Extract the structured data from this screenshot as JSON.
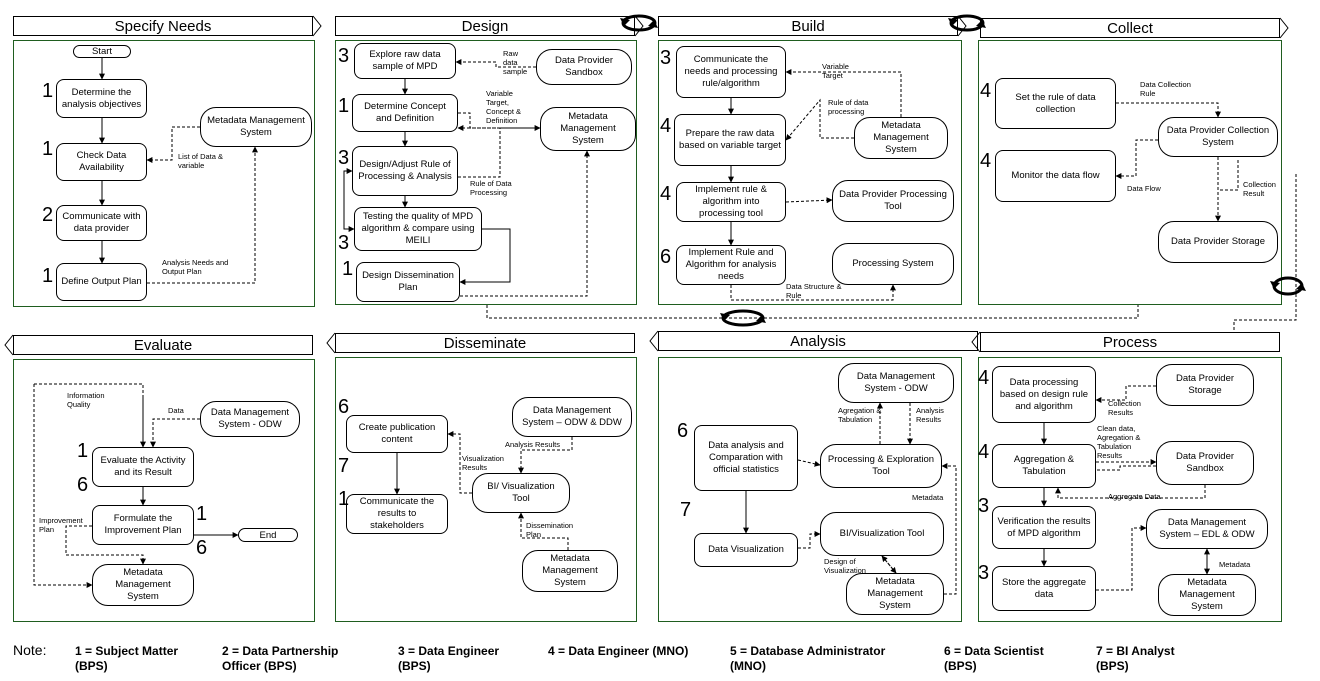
{
  "phases": {
    "specify": "Specify Needs",
    "design": "Design",
    "build": "Build",
    "collect": "Collect",
    "evaluate": "Evaluate",
    "disseminate": "Disseminate",
    "analysis": "Analysis",
    "process": "Process"
  },
  "specify": {
    "start": "Start",
    "determine": "Determine the analysis objectives",
    "check": "Check Data Availability",
    "communicate": "Communicate with data provider",
    "define": "Define Output Plan",
    "metadata": "Metadata Management System",
    "lbl_list": "List of Data &\nvariable",
    "lbl_analysis": "Analysis Needs and\nOutput Plan",
    "n1": "1",
    "n2": "1",
    "n3": "2",
    "n4": "1"
  },
  "design": {
    "explore": "Explore raw data sample of MPD",
    "concept": "Determine Concept and Definition",
    "rule": "Design/Adjust Rule of Processing & Analysis",
    "testing": "Testing the quality of MPD algorithm & compare using MEILI",
    "dissem": "Design Dissemination Plan",
    "sandbox": "Data Provider Sandbox",
    "metadata": "Metadata Management System",
    "lbl_raw": "Raw\ndata\nsample",
    "lbl_var": "Variable\nTarget,\nConcept &\nDefinition",
    "lbl_rule": "Rule of Data\nProcessing",
    "n1": "3",
    "n2": "1",
    "n3": "3",
    "n4": "3",
    "n5": "1"
  },
  "build": {
    "comm": "Communicate the needs and processing rule/algorithm",
    "prepare": "Prepare the raw data based on variable target",
    "implement": "Implement rule & algorithm into processing tool",
    "implement2": "Implement Rule and Algorithm for analysis needs",
    "metadata": "Metadata Management System",
    "proctool": "Data Provider Processing Tool",
    "procsys": "Processing System",
    "lbl_var": "Variable\nTarget",
    "lbl_rule": "Rule  of data\nprocessing",
    "lbl_struct": "Data Structure &\nRule",
    "n1": "3",
    "n2": "4",
    "n3": "4",
    "n4": "6"
  },
  "collect": {
    "setrule": "Set the rule of data collection",
    "monitor": "Monitor the data flow",
    "colsys": "Data Provider Collection System",
    "storage": "Data Provider Storage",
    "lbl_rule": "Data Collection\nRule",
    "lbl_flow": "Data Flow",
    "lbl_result": "Collection\nResult",
    "n1": "4",
    "n2": "4"
  },
  "evaluate": {
    "evalact": "Evaluate the Activity and its Result",
    "formulate": "Formulate the Improvement Plan",
    "metadata": "Metadata Management System",
    "dms": "Data Management System - ODW",
    "end": "End",
    "lbl_info": "Information\nQuality",
    "lbl_data": "Data",
    "lbl_improve": "Improvement\nPlan",
    "n1": "1",
    "n2": "6",
    "n3": "1",
    "n4": "6"
  },
  "disseminate": {
    "create": "Create publication content",
    "communicate": "Communicate the results to stakeholders",
    "bi": "BI/ Visualization Tool",
    "dms": "Data Management System – ODW & DDW",
    "metadata": "Metadata Management System",
    "lbl_analysis": "Analysis Results",
    "lbl_vis": "Visualization\nResults",
    "lbl_dissem": "Dissemination\nPlan",
    "n1": "6",
    "n2": "7",
    "n3": "1"
  },
  "analysis": {
    "dataan": "Data analysis and Comparation with official statistics",
    "datavis": "Data Visualization",
    "dms": "Data Management System - ODW",
    "proc": "Processing & Exploration Tool",
    "bi": "BI/Visualization Tool",
    "metadata": "Metadata Management System",
    "lbl_agg": "Agregation &\nTabulation",
    "lbl_results": "Analysis\nResults",
    "lbl_meta": "Metadata",
    "lbl_design": "Design of\nVisualization",
    "n1": "6",
    "n2": "7"
  },
  "process": {
    "dp": "Data processing based on design rule and algorithm",
    "agg": "Aggregation & Tabulation",
    "verify": "Verification the results of MPD algorithm",
    "store": "Store the aggregate data",
    "storage": "Data Provider Storage",
    "sandbox": "Data Provider Sandbox",
    "dms": "Data Management System – EDL & ODW",
    "metadata": "Metadata Management System",
    "lbl_col": "Collection\nResults",
    "lbl_clean": "Clean data,\nAgregation &\nTabulation\nResults",
    "lbl_aggd": "Aggregate Data",
    "lbl_meta": "Metadata",
    "n1": "4",
    "n2": "4",
    "n3": "3",
    "n4": "3"
  },
  "note": {
    "title": "Note:",
    "r1": "1 = Subject Matter\n(BPS)",
    "r2": "2 = Data Partnership\nOfficer (BPS)",
    "r3": "3 = Data Engineer\n(BPS)",
    "r4": "4 = Data Engineer (MNO)",
    "r5": "5 = Database Administrator\n(MNO)",
    "r6": "6 = Data Scientist\n(BPS)",
    "r7": "7 = BI Analyst\n(BPS)"
  }
}
